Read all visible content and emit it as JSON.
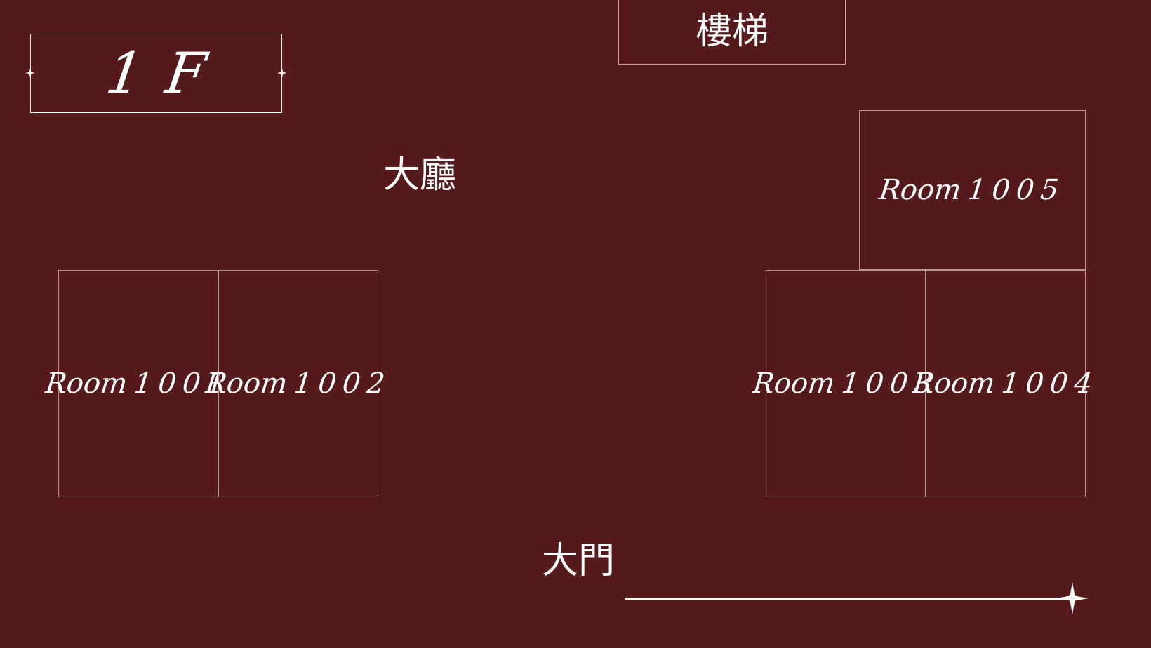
{
  "floor_badge": {
    "label": "1F"
  },
  "stairs": {
    "label": "樓梯"
  },
  "lobby": {
    "label": "大廳"
  },
  "main_door": {
    "label": "大門"
  },
  "rooms": [
    {
      "word": "Room",
      "number": "1001"
    },
    {
      "word": "Room",
      "number": "1002"
    },
    {
      "word": "Room",
      "number": "1003"
    },
    {
      "word": "Room",
      "number": "1004"
    },
    {
      "word": "Room",
      "number": "1005"
    }
  ],
  "colors": {
    "background": "#551a1b",
    "foreground": "#ffffff",
    "room_border": "#b89697"
  },
  "icons": [
    "four-point-star-icon"
  ]
}
